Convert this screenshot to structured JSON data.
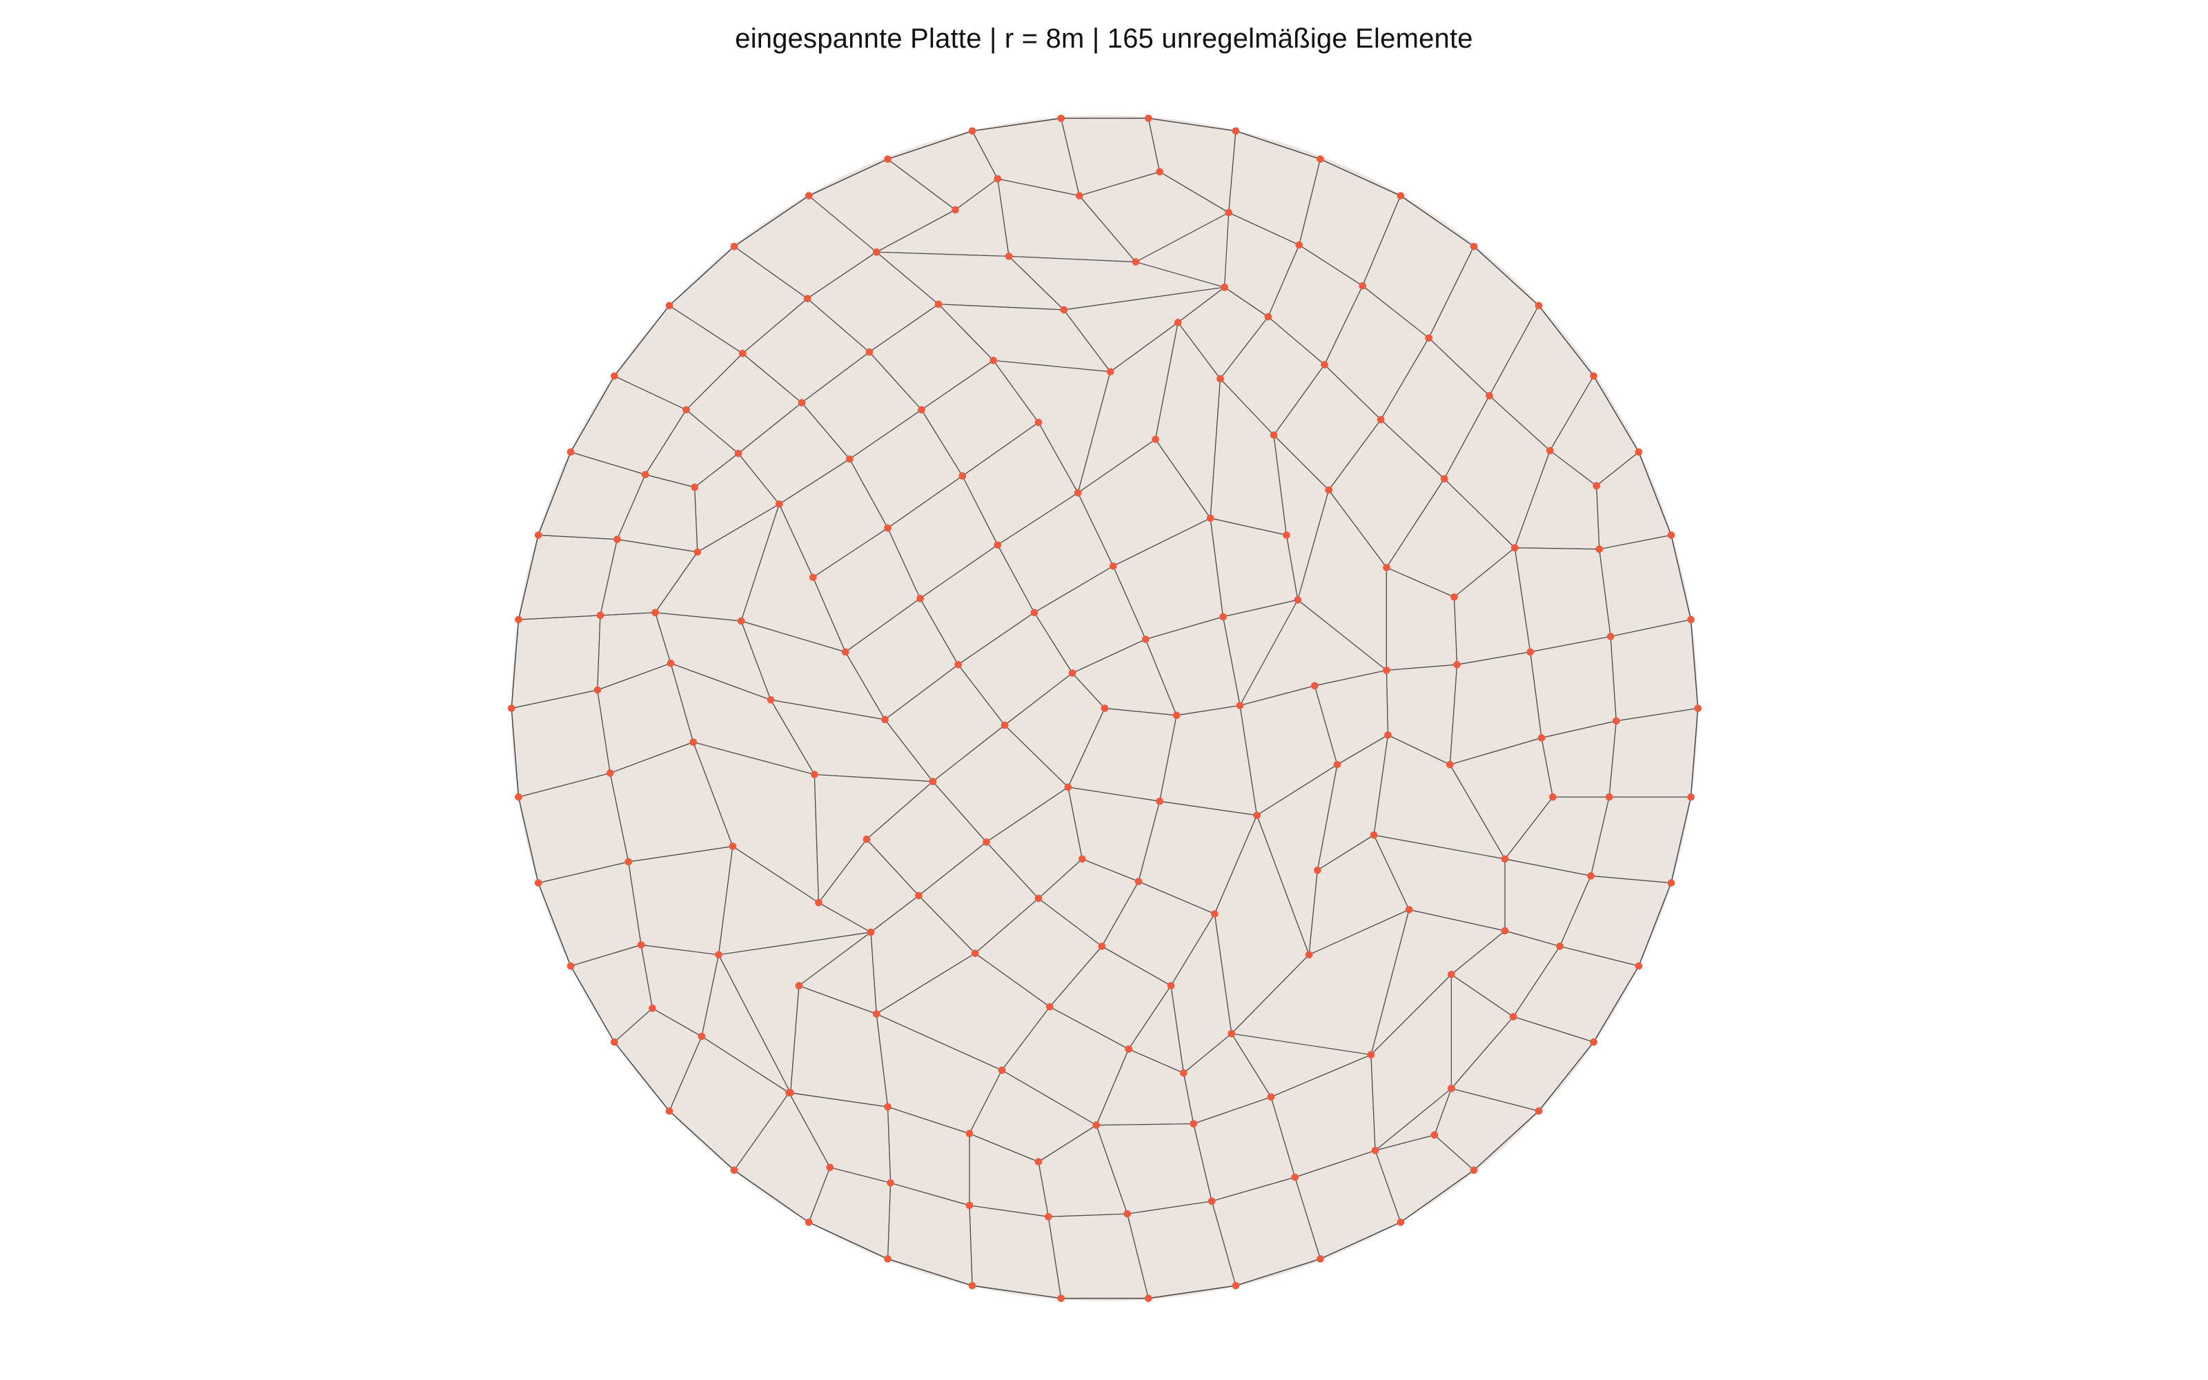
{
  "title": "eingespannte Platte | r = 8m | 165 unregelmäßige Elemente",
  "colors": {
    "element_fill": "#ece4df",
    "element_edge": "#4a4a4a",
    "node": "#f05a3c",
    "background": "#ffffff"
  },
  "mesh": {
    "element_count": 165,
    "radius_m": 8,
    "boundary": "clamped circular plate"
  }
}
